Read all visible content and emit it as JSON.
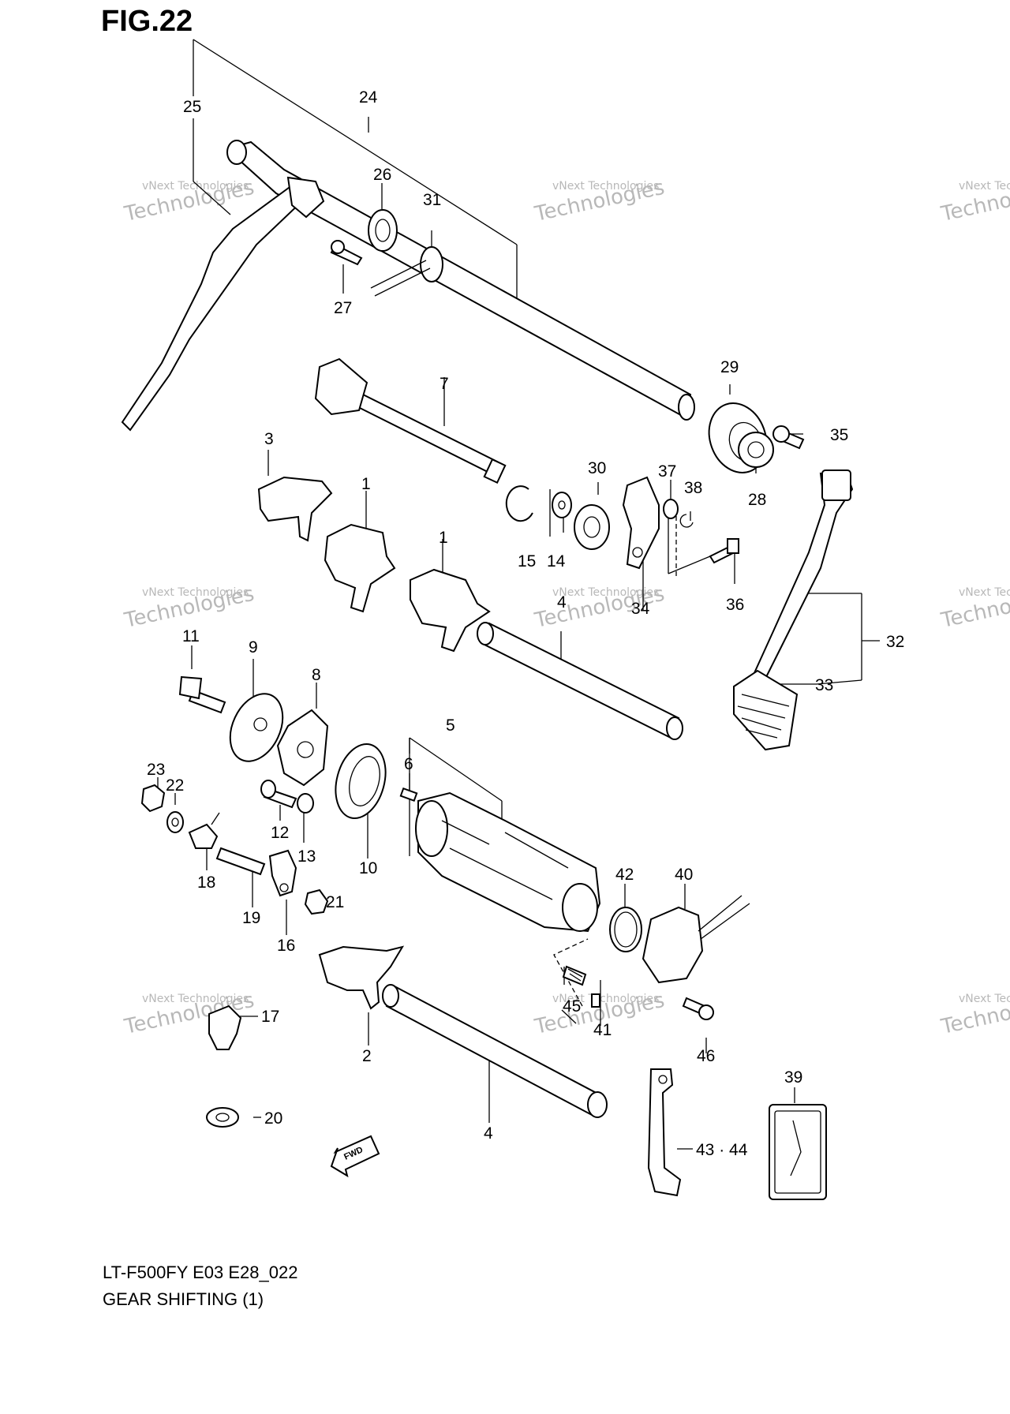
{
  "figure": {
    "title": "FIG.22",
    "model_code": "LT-F500FY E03 E28_022",
    "section_title": "GEAR SHIFTING (1)",
    "watermark_line1": "vNext Technologies",
    "watermark_line2": "Technologies",
    "watermark_line3": "vNext",
    "fwd_arrow_label": "FWD"
  },
  "callouts": [
    {
      "id": "25",
      "label": "25"
    },
    {
      "id": "24",
      "label": "24"
    },
    {
      "id": "26",
      "label": "26"
    },
    {
      "id": "31",
      "label": "31"
    },
    {
      "id": "27",
      "label": "27"
    },
    {
      "id": "29",
      "label": "29"
    },
    {
      "id": "7",
      "label": "7"
    },
    {
      "id": "35",
      "label": "35"
    },
    {
      "id": "28",
      "label": "28"
    },
    {
      "id": "3",
      "label": "3"
    },
    {
      "id": "30",
      "label": "30"
    },
    {
      "id": "37",
      "label": "37"
    },
    {
      "id": "38",
      "label": "38"
    },
    {
      "id": "1a",
      "label": "1"
    },
    {
      "id": "1b",
      "label": "1"
    },
    {
      "id": "15",
      "label": "15"
    },
    {
      "id": "14",
      "label": "14"
    },
    {
      "id": "36",
      "label": "36"
    },
    {
      "id": "34",
      "label": "34"
    },
    {
      "id": "4a",
      "label": "4"
    },
    {
      "id": "32",
      "label": "32"
    },
    {
      "id": "33",
      "label": "33"
    },
    {
      "id": "11",
      "label": "11"
    },
    {
      "id": "9",
      "label": "9"
    },
    {
      "id": "8",
      "label": "8"
    },
    {
      "id": "5",
      "label": "5"
    },
    {
      "id": "6",
      "label": "6"
    },
    {
      "id": "23",
      "label": "23"
    },
    {
      "id": "22",
      "label": "22"
    },
    {
      "id": "12",
      "label": "12"
    },
    {
      "id": "13",
      "label": "13"
    },
    {
      "id": "10",
      "label": "10"
    },
    {
      "id": "18",
      "label": "18"
    },
    {
      "id": "42",
      "label": "42"
    },
    {
      "id": "40",
      "label": "40"
    },
    {
      "id": "19",
      "label": "19"
    },
    {
      "id": "21",
      "label": "21"
    },
    {
      "id": "16",
      "label": "16"
    },
    {
      "id": "45",
      "label": "45"
    },
    {
      "id": "17",
      "label": "17"
    },
    {
      "id": "41",
      "label": "41"
    },
    {
      "id": "46",
      "label": "46"
    },
    {
      "id": "2",
      "label": "2"
    },
    {
      "id": "39",
      "label": "39"
    },
    {
      "id": "20",
      "label": "20"
    },
    {
      "id": "4b",
      "label": "4"
    },
    {
      "id": "43-44",
      "label": "43 · 44"
    }
  ]
}
